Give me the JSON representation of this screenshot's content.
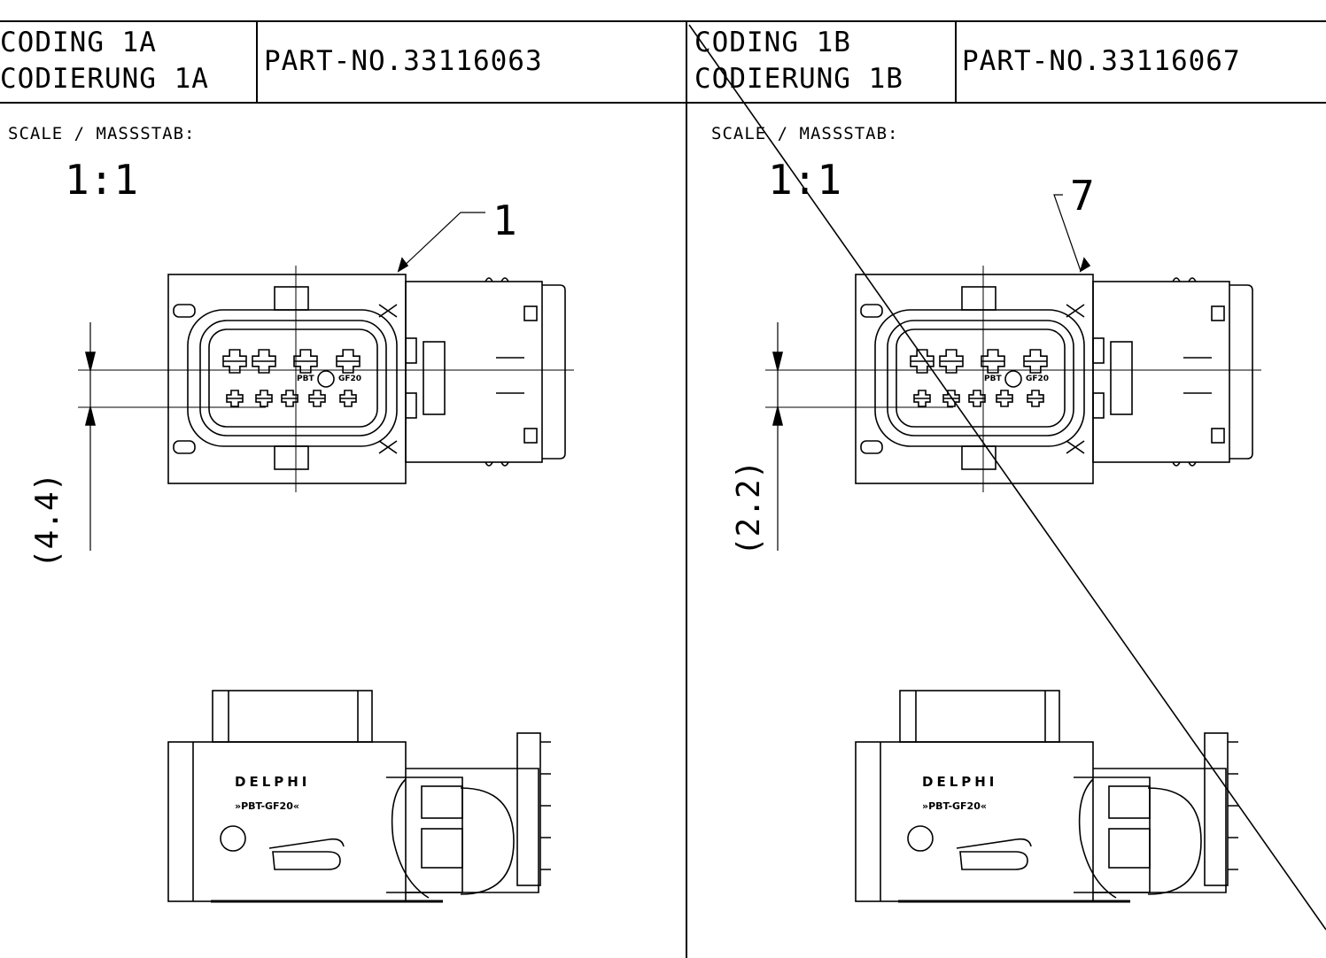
{
  "views": [
    {
      "coding_en": "CODING 1A",
      "coding_de": "CODIERUNG 1A",
      "part_no": "PART-NO.33116063",
      "scale_label": "SCALE / MASSSTAB:",
      "scale_value": "1:1",
      "callout": "1",
      "dimension": "(4.4)",
      "brand": "DELPHI",
      "material": "»PBT-GF20«",
      "housing_marks": [
        "PBT",
        "GF20"
      ]
    },
    {
      "coding_en": "CODING 1B",
      "coding_de": "CODIERUNG 1B",
      "part_no": "PART-NO.33116067",
      "scale_label": "SCALE / MASSSTAB:",
      "scale_value": "1:1",
      "callout": "7",
      "dimension": "(2.2)",
      "brand": "DELPHI",
      "material": "»PBT-GF20«",
      "housing_marks": [
        "PBT",
        "GF20"
      ]
    }
  ],
  "colors": {
    "line": "#000000",
    "paper": "#ffffff"
  }
}
